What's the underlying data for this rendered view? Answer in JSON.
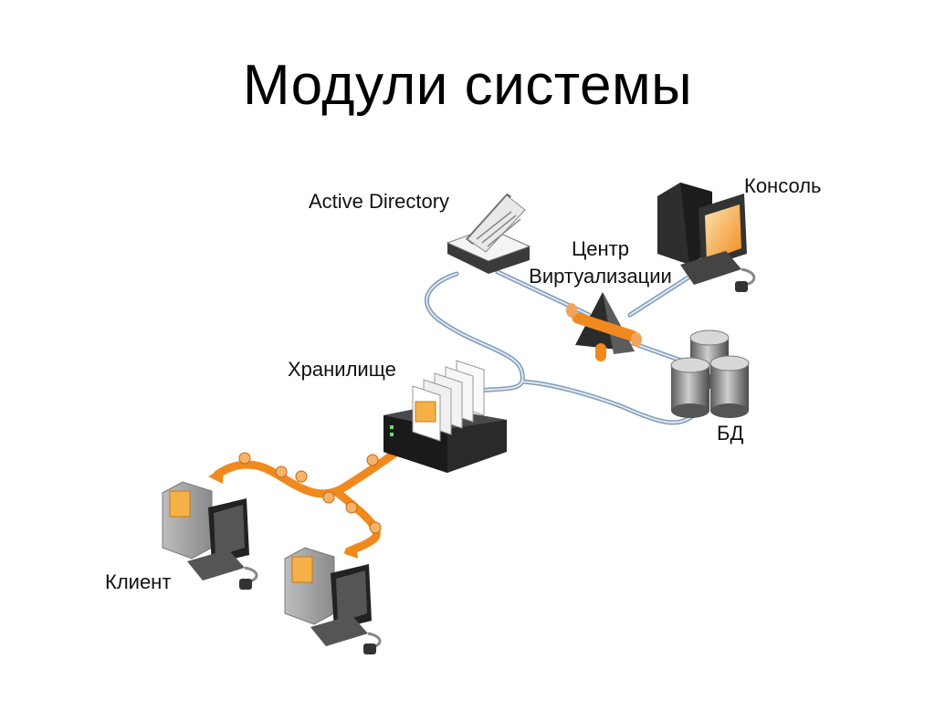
{
  "title": "Модули системы",
  "nodes": {
    "active_directory": "Active Directory",
    "virtualization_center": [
      "Центр",
      "Виртуализации"
    ],
    "console": "Консоль",
    "storage": "Хранилище",
    "database": "БД",
    "client": "Клиент"
  },
  "colors": {
    "link_blue": "#a9bfd6",
    "link_orange": "#f08a1e",
    "device_dark": "#2b2b2b",
    "device_gray": "#9a9a9a",
    "screen_orange": "#f7a12b"
  }
}
